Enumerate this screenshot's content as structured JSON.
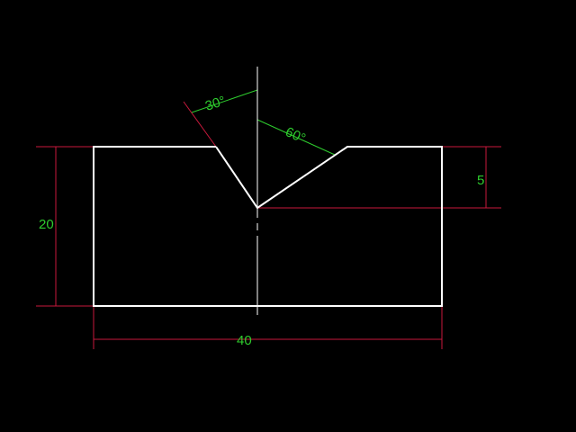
{
  "colors": {
    "background": "#000000",
    "part": "#ffffff",
    "dimension": "#c8193c",
    "text": "#2ecc2e"
  },
  "dimensions": {
    "height": "20",
    "width": "40",
    "depth": "5",
    "angle_left": "30°",
    "angle_right": "60°"
  }
}
